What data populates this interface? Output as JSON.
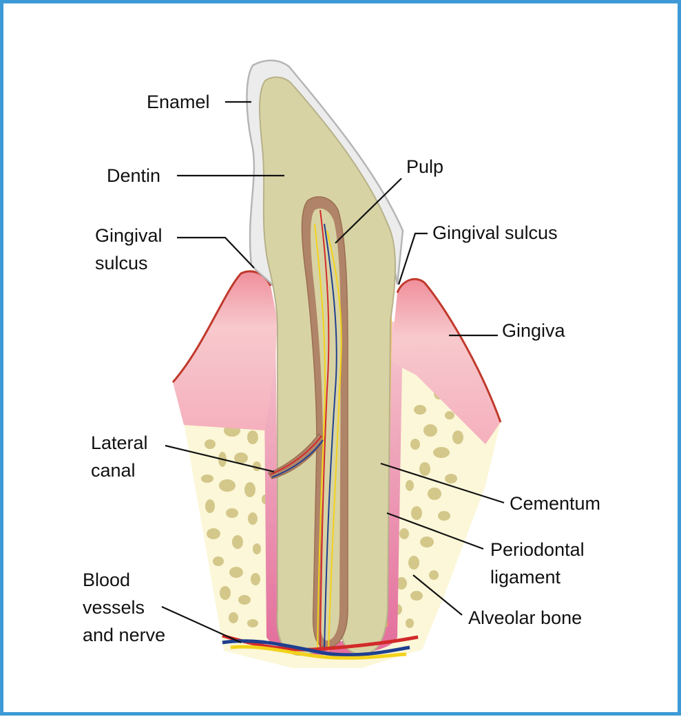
{
  "labels": {
    "enamel": "Enamel",
    "dentin": "Dentin",
    "pulp": "Pulp",
    "gingival_sulcus_left_line1": "Gingival",
    "gingival_sulcus_left_line2": "sulcus",
    "gingival_sulcus_right": "Gingival sulcus",
    "gingiva": "Gingiva",
    "lateral_canal_line1": "Lateral",
    "lateral_canal_line2": "canal",
    "cementum": "Cementum",
    "periodontal_ligament_line1": "Periodontal",
    "periodontal_ligament_line2": "ligament",
    "blood_vessels_line1": "Blood",
    "blood_vessels_line2": "vessels",
    "blood_vessels_line3": "and nerve",
    "alveolar_bone": "Alveolar bone"
  },
  "colors": {
    "frame": "#3d9ad6",
    "enamel": "#ececec",
    "dentin": "#d8d3a4",
    "pulp": "#b08468",
    "gingiva": "#f4b8bf",
    "gingiva_edge": "#c0392b",
    "bone": "#fbf7d8",
    "trabeculae": "#d4c78a",
    "ligament": "#e88aaa",
    "cementum": "#f7c53a",
    "artery": "#d22a2a",
    "vein": "#1e3f8f",
    "nerve": "#f2d21b"
  }
}
